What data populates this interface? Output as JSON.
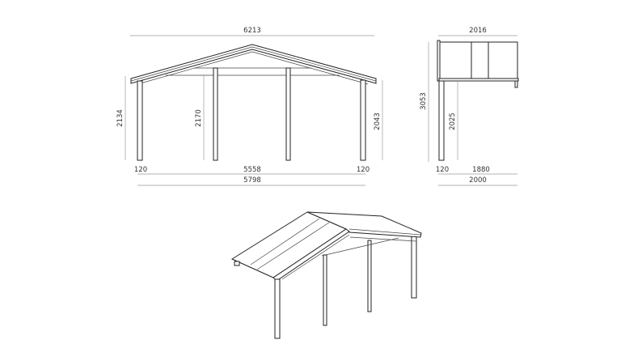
{
  "front_elevation": {
    "overall_roof_width": "6213",
    "left_eave_height": "2134",
    "inner_post_height": "2170",
    "right_eave_height": "2043",
    "left_post_width": "120",
    "inner_span": "5558",
    "right_post_width": "120",
    "overall_post_span": "5798"
  },
  "side_elevation": {
    "roof_depth": "2016",
    "total_height": "3053",
    "post_height": "2025",
    "post_width": "120",
    "inner_depth": "1880",
    "overall_depth": "2000"
  },
  "colors": {
    "line": "#222222",
    "dimension": "#9a9a9a"
  }
}
